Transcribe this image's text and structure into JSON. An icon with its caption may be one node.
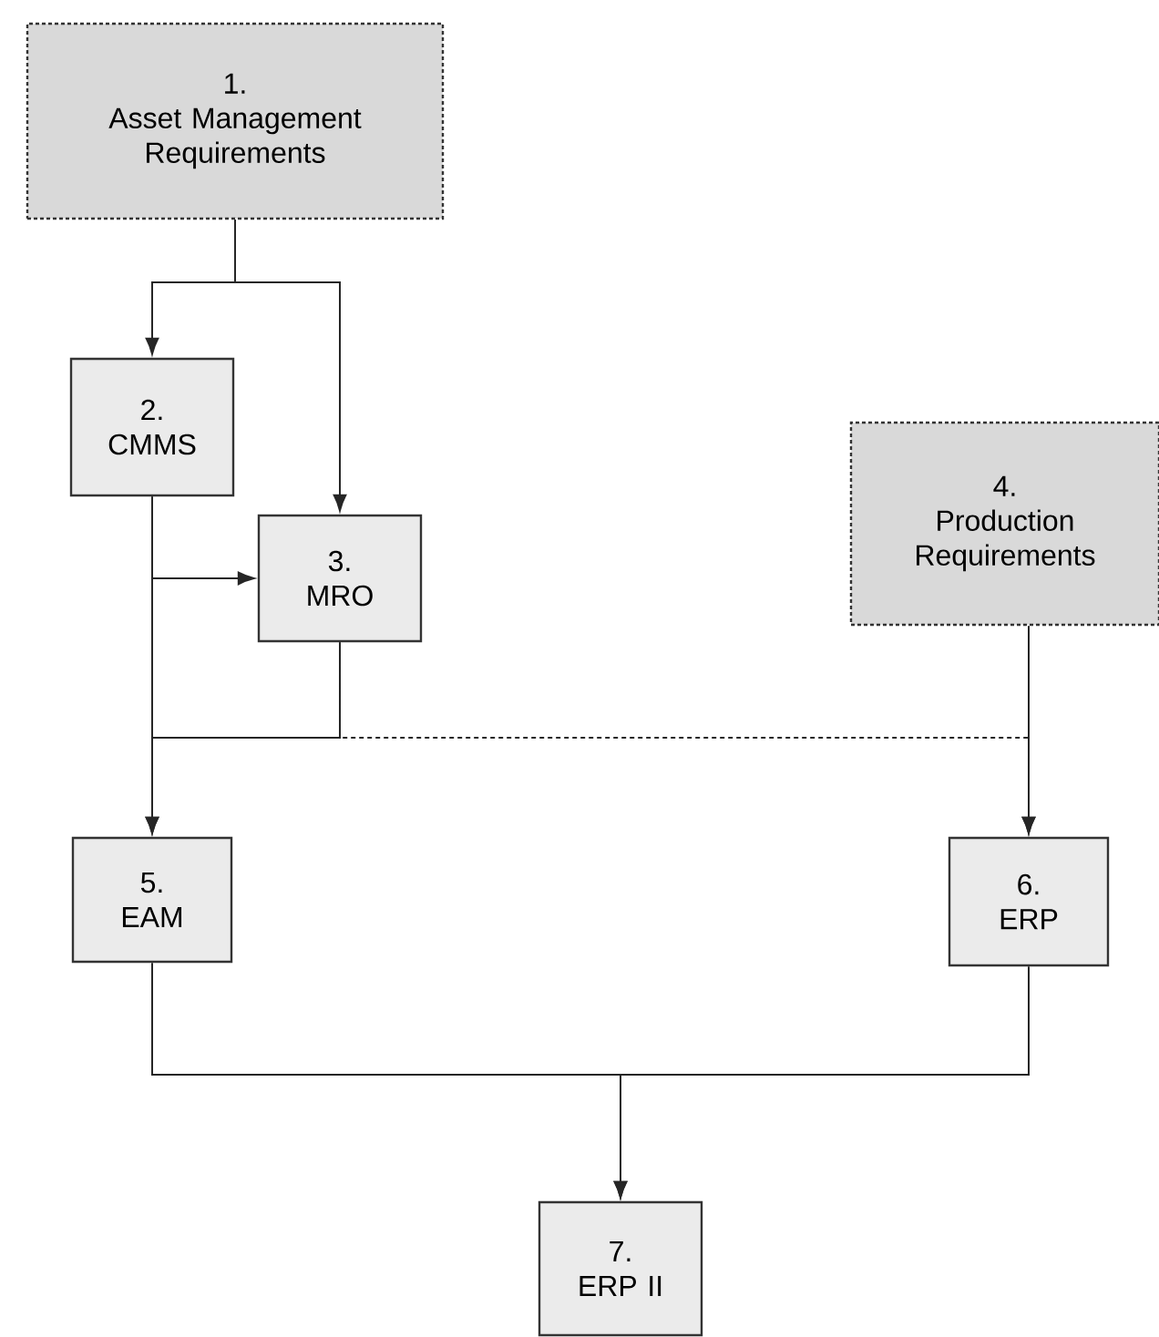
{
  "diagram": {
    "nodes": [
      {
        "text": [
          "1.",
          "Asset Management Requirements"
        ]
      },
      {
        "text": [
          "2.",
          "CMMS"
        ]
      },
      {
        "text": [
          "3.",
          "MRO"
        ]
      },
      {
        "text": [
          "4.",
          "Production Requirements"
        ]
      },
      {
        "text": [
          "5.",
          "EAM"
        ]
      },
      {
        "text": [
          "6.",
          "ERP"
        ]
      },
      {
        "text": [
          "7.",
          "ERP II"
        ]
      }
    ],
    "edges": [
      {
        "from": 0,
        "to": 1,
        "arrow": "to"
      },
      {
        "from": 0,
        "to": 2,
        "arrow": "to"
      },
      {
        "from": 1,
        "to": 2,
        "arrow": "to"
      },
      {
        "from": 1,
        "to": 4,
        "arrow": "to"
      },
      {
        "from": 2,
        "to": 4,
        "arrow": "to"
      },
      {
        "from": 2,
        "to": 5,
        "arrow": "to",
        "style": "dashed"
      },
      {
        "from": 3,
        "to": 5,
        "arrow": "to"
      },
      {
        "from": 4,
        "to": 6,
        "arrow": "to"
      },
      {
        "from": 5,
        "to": 6,
        "arrow": "to"
      }
    ]
  }
}
